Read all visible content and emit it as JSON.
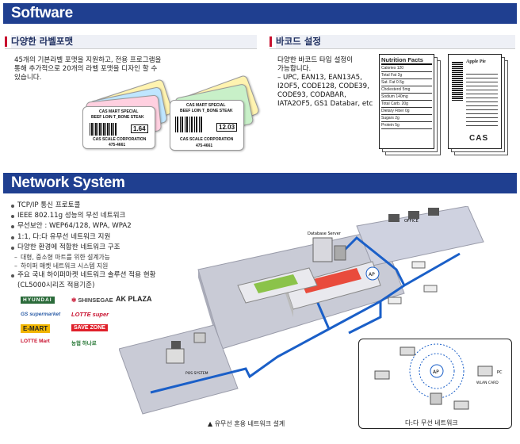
{
  "software": {
    "title": "Software",
    "label_format": {
      "heading": "다양한 라벨포맷",
      "lines": [
        "45개의 기본라벨 포맷을 지원하고, 전용 프로그램을",
        "통해 추가적으로 20개의 라벨 포맷을 디자인 할 수",
        "있습니다."
      ],
      "card_left": {
        "l1": "CAS MART SPECIAL",
        "l2": "BEEF LOIN T_BONE STEAK",
        "price": "1.64",
        "l3": "CAS SCALE CORPORATION",
        "l4": "475-4661"
      },
      "card_right": {
        "l1": "CAS MART SPECIAL",
        "l2": "BEEF LOIN T_BONE STEAK",
        "price": "12.03",
        "l3": "CAS SCALE CORPORATION",
        "l4": "475-4661"
      }
    },
    "barcode": {
      "heading": "바코드 설정",
      "lines": [
        "다양한 바코드 타입 설정이",
        "가능합니다.",
        "– UPC, EAN13, EAN13A5,",
        "I2OF5, CODE128, CODE39,",
        "CODE93, CODABAR,",
        "IATA2OF5, GS1 Databar, etc"
      ],
      "nutrition_title": "Nutrition Facts",
      "nutrition_rows": [
        "Calories 120",
        "Total Fat 2g",
        "Sat. Fat 0.5g",
        "Cholesterol 5mg",
        "Sodium 140mg",
        "Total Carb. 20g",
        "Dietary Fiber 0g",
        "Sugars 2g",
        "Protein 5g"
      ],
      "apple_label": "Apple Pie",
      "cas_mark": "CAS"
    }
  },
  "network": {
    "title": "Network System",
    "bullets": [
      {
        "type": "b",
        "text": "TCP/IP 통신 프로토콜"
      },
      {
        "type": "b",
        "text": "IEEE 802.11g 성능의 무선 네트워크"
      },
      {
        "type": "b",
        "text": "무선보안 : WEP64/128, WPA, WPA2"
      },
      {
        "type": "b",
        "text": "1:1, 다:다 유무선 네트워크 지원"
      },
      {
        "type": "b",
        "text": "다양한 환경에 적합한 네트워크 구조"
      },
      {
        "type": "d",
        "text": "대형, 중소형 마트를 위한 설계가능"
      },
      {
        "type": "d",
        "text": "하이퍼 매켓 네트워크 시스템 지원"
      },
      {
        "type": "b",
        "text": "주요 국내 하이퍼마켓 네트워크 솔루션 적용 현황"
      },
      {
        "type": "c",
        "text": "(CL5000시리즈 적용기준)"
      }
    ],
    "logos": [
      "HYUNDAI",
      "SHINSEGAE",
      "AK PLAZA",
      "GS supermarket",
      "LOTTE super",
      "E-MART",
      "SAVE ZONE",
      "LOTTE Mart",
      "농협 하나로"
    ],
    "diagram_labels": {
      "office": "OFFICE",
      "db_server": "Database Server",
      "ap": "AP",
      "pos": "POS SYSTEM"
    },
    "inset_labels": {
      "ap": "AP",
      "pc": "PC",
      "lan": "WLAN CARD"
    },
    "caption_left": "▲ 유무선 혼용 네트워크 설계",
    "caption_right": "다:다 무선 네트워크"
  },
  "colors": {
    "banner": "#1f3f90",
    "accent": "#c8102e",
    "network_blue": "#1a5fc8"
  }
}
